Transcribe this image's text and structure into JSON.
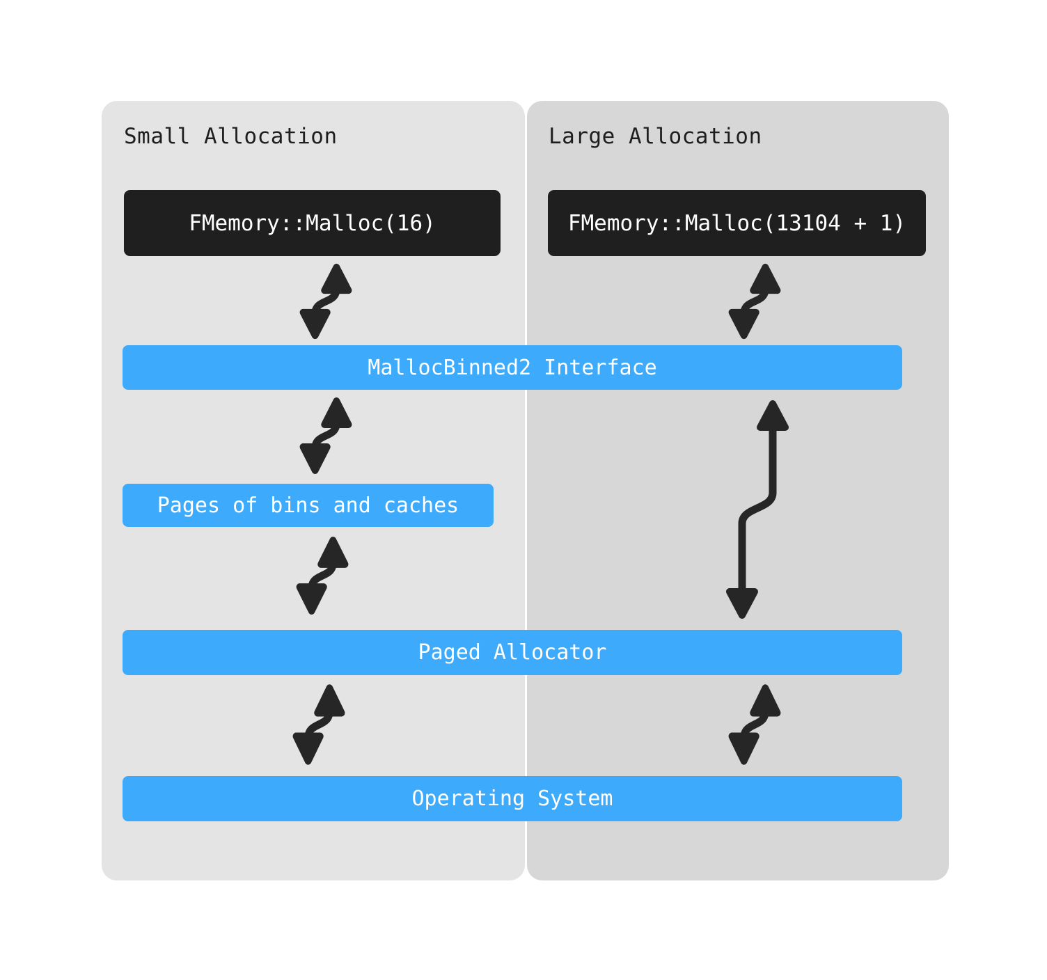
{
  "panels": {
    "small": {
      "title": "Small Allocation",
      "malloc_call": "FMemory::Malloc(16)"
    },
    "large": {
      "title": "Large Allocation",
      "malloc_call": "FMemory::Malloc(13104 + 1)"
    }
  },
  "layers": {
    "interface": "MallocBinned2 Interface",
    "pages": "Pages of bins and caches",
    "paged_allocator": "Paged Allocator",
    "operating_system": "Operating System"
  },
  "icons": {
    "bidirectional_squiggle_arrow": "double-headed s-curve arrow",
    "bidirectional_long_arrow": "double-headed long jogged arrow"
  },
  "colors": {
    "background": "#ffffff",
    "panel_left": "#e4e4e4",
    "panel_right": "#d7d7d7",
    "dark_box": "#1f1f1f",
    "accent_blue": "#3daafc",
    "arrow": "#262626",
    "title_text": "#1e1e1e",
    "bar_text": "#ffffff"
  }
}
